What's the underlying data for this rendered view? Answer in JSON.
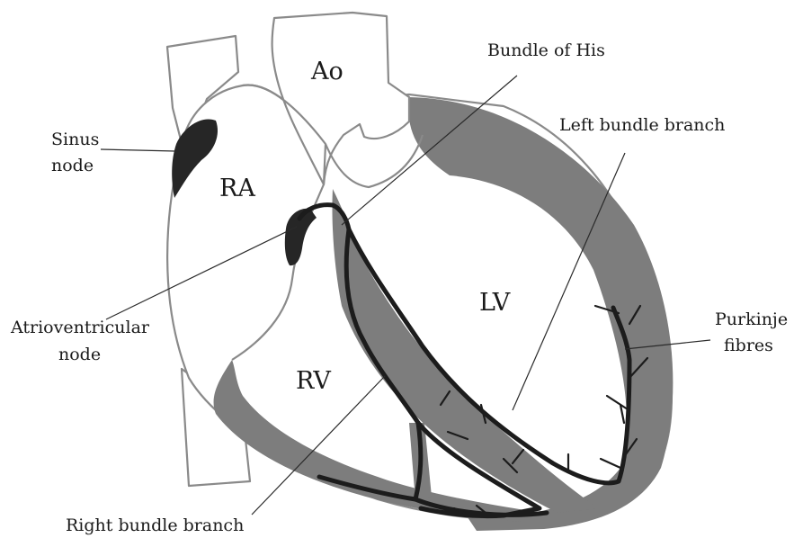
{
  "chambers": {
    "ao": "Ao",
    "ra": "RA",
    "lv": "LV",
    "rv": "RV"
  },
  "labels": {
    "bundle_of_his": "Bundle of His",
    "left_bundle_branch": "Left bundle branch",
    "sinus_node_line1": "Sinus",
    "sinus_node_line2": "node",
    "atrioventricular_node_line1": "Atrioventricular",
    "atrioventricular_node_line2": "node",
    "purkinje_fibres_line1": "Purkinje",
    "purkinje_fibres_line2": "fibres",
    "right_bundle_branch": "Right bundle branch"
  },
  "colors": {
    "outline": "#8a8a8a",
    "myocardium": "#7d7d7d",
    "conduction": "#1c1c1c"
  }
}
